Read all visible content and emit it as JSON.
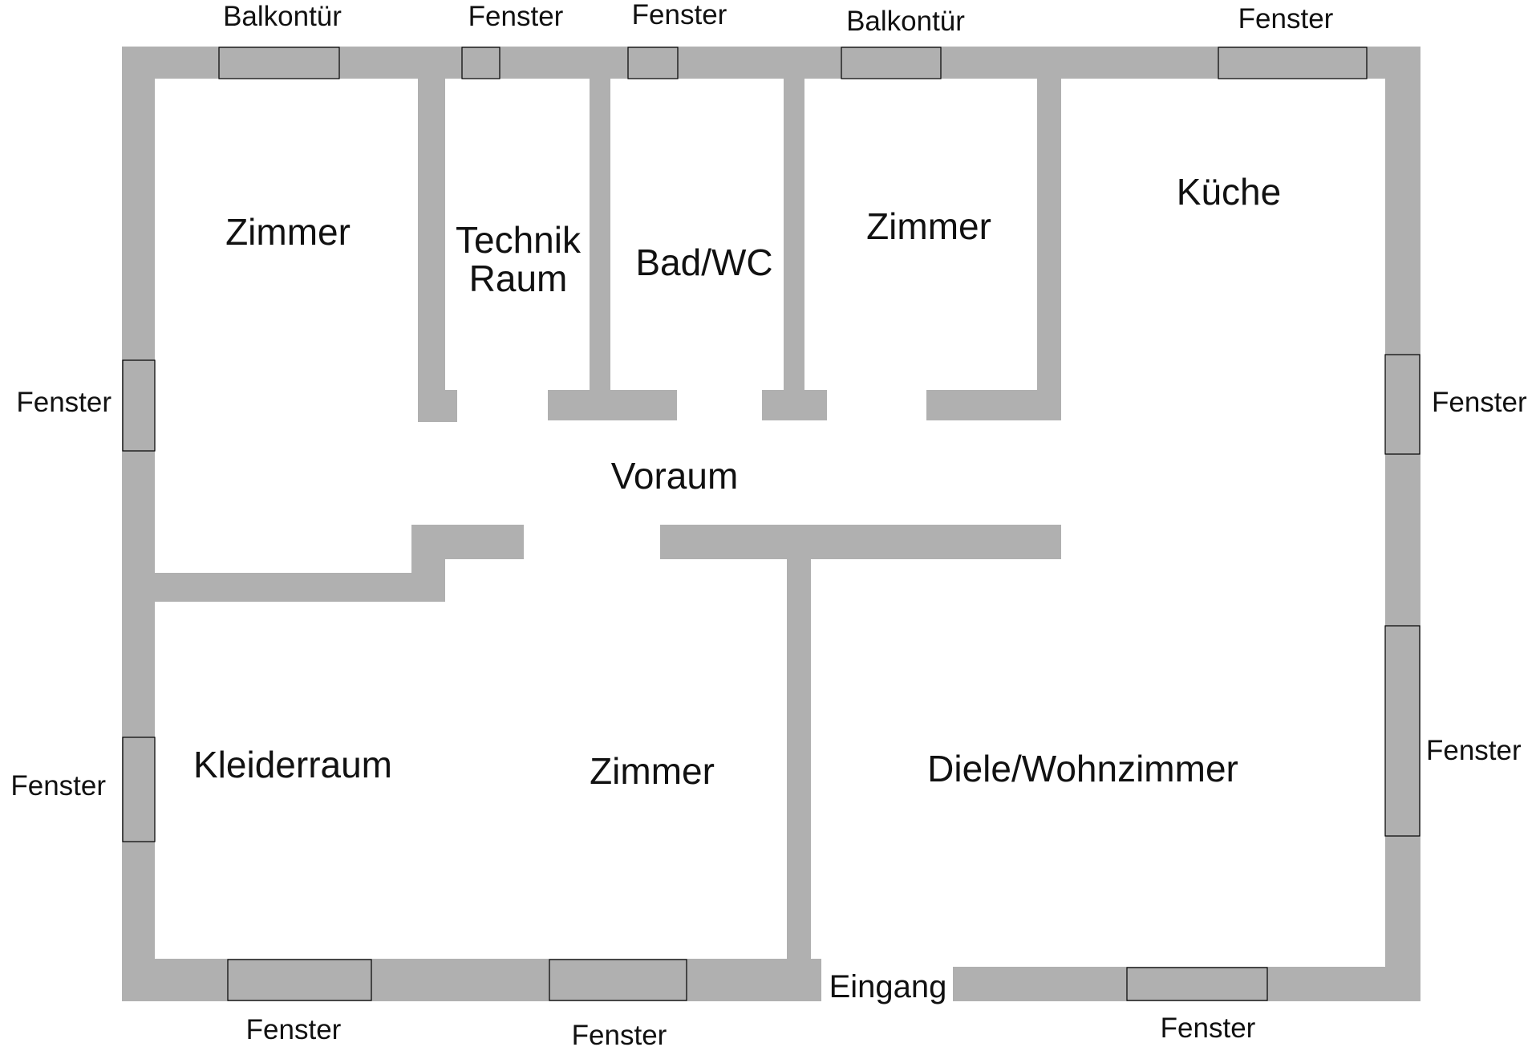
{
  "rooms": {
    "zimmer_top_left": "Zimmer",
    "technik_line1": "Technik",
    "technik_line2": "Raum",
    "bad_wc": "Bad/WC",
    "zimmer_top_middle": "Zimmer",
    "kueche": "Küche",
    "voraum": "Voraum",
    "kleiderraum": "Kleiderraum",
    "zimmer_bottom": "Zimmer",
    "diele_wohnzimmer": "Diele/Wohnzimmer"
  },
  "openings": {
    "top": [
      "Balkontür",
      "Fenster",
      "Fenster",
      "Balkontür",
      "Fenster"
    ],
    "left": [
      "Fenster",
      "Fenster"
    ],
    "right": [
      "Fenster",
      "Fenster"
    ],
    "bottom": [
      "Fenster",
      "Fenster",
      "Fenster"
    ],
    "entrance": "Eingang"
  },
  "colors": {
    "wall": "#b0b0b0",
    "background": "#ffffff",
    "text": "#111111"
  }
}
